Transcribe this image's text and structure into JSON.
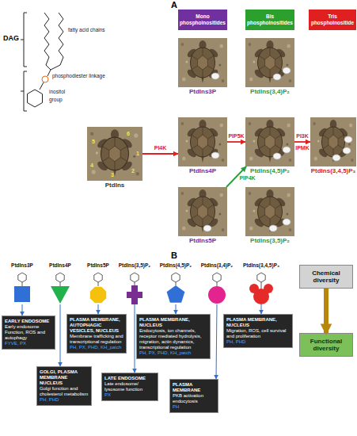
{
  "diagram": {
    "nodes": [
      {
        "text": [
          "Mono phosphoinositides"
        ]
      },
      {
        "text": [
          "Bis phosphoinositides"
        ]
      },
      {
        "text": [
          "Tris phosphoinositide"
        ]
      },
      {
        "text": [
          "PtdIns3P"
        ]
      },
      {
        "text": [
          "PtdIns(3,4)P₂"
        ]
      },
      {
        "text": [
          "PtdIns"
        ]
      },
      {
        "text": [
          "PtdIns4P"
        ]
      },
      {
        "text": [
          "PtdIns(4,5)P₂"
        ]
      },
      {
        "text": [
          "PtdIns(3,4,5)P₃"
        ]
      },
      {
        "text": [
          "PtdIns5P"
        ]
      },
      {
        "text": [
          "PtdIns(3,5)P₂"
        ]
      },
      {
        "text": [
          "PtdIns3P"
        ]
      },
      {
        "text": [
          "PtdIns4P"
        ]
      },
      {
        "text": [
          "PtdIns5P"
        ]
      },
      {
        "text": [
          "PtdIns(3,5)P₂"
        ]
      },
      {
        "text": [
          "PtdIns(4,5)P₂"
        ]
      },
      {
        "text": [
          "PtdIns(3,4)P₂"
        ]
      },
      {
        "text": [
          "PtdIns(3,4,5)P₃"
        ]
      },
      {
        "text": [
          "Chemical diversity"
        ]
      },
      {
        "text": [
          "Functional diversity"
        ]
      },
      {
        "text": [
          "EARLY ENDOSOME",
          "Early endosome Function, ROS and autophagy",
          "FYVE, PX"
        ]
      },
      {
        "text": [
          "GOLGI, PLASMA MEMBRANE NUCLEUS",
          "Golgi function and cholesterol metabolism",
          "PH, PHD"
        ]
      },
      {
        "text": [
          "PLASMA MEMBRANE, AUTOPHAGIC VESICLES, NUCLEUS",
          "Membrane trafficking and transcriptional regulation",
          "PH, PX, PHD, KH_patch"
        ]
      },
      {
        "text": [
          "LATE ENDOSOME",
          "Late endosome/ lysosome function",
          "PX"
        ]
      },
      {
        "text": [
          "PLASMA MEMBRANE, NUCLEUS",
          "Endocytosis, ion channels, receptor mediated hydrolysis, migration, actin dynamics, transcriptional regulation",
          "PH, PX, PHD, KH_patch"
        ]
      },
      {
        "text": [
          "PLASMA MEMBRANE",
          "PKB activation endocytosis",
          "PH"
        ]
      },
      {
        "text": [
          "PLASMA MEMBRANE, NUCLEUS",
          "Migration, ROS, cell survival and proliferation",
          "PH, PHD"
        ]
      }
    ],
    "edges": [
      {
        "from": 5,
        "to": 6,
        "label": "PI4K",
        "arrow": "to"
      },
      {
        "from": 6,
        "to": 7,
        "label": "PIP5K",
        "arrow": "to"
      },
      {
        "from": 9,
        "to": 7,
        "label": "PIP4K",
        "arrow": "to"
      },
      {
        "from": 7,
        "to": 8,
        "label": "PI3K",
        "arrow": "to"
      },
      {
        "from": 11,
        "to": 20,
        "arrow": "to"
      },
      {
        "from": 12,
        "to": 21,
        "arrow": "to"
      },
      {
        "from": 13,
        "to": 22,
        "arrow": "to"
      },
      {
        "from": 14,
        "to": 23,
        "arrow": "to"
      },
      {
        "from": 15,
        "to": 24,
        "arrow": "to"
      },
      {
        "from": 16,
        "to": 25,
        "arrow": "to"
      },
      {
        "from": 17,
        "to": 26,
        "arrow": "to"
      },
      {
        "from": 18,
        "to": 19,
        "arrow": "to"
      }
    ],
    "labels": [
      "A",
      "DAG",
      "fatty acid chains",
      "phosphodiester linkage",
      "inositol",
      "group",
      "6",
      "5",
      "4",
      "3",
      "2",
      "1",
      "IPMK",
      "B"
    ]
  }
}
